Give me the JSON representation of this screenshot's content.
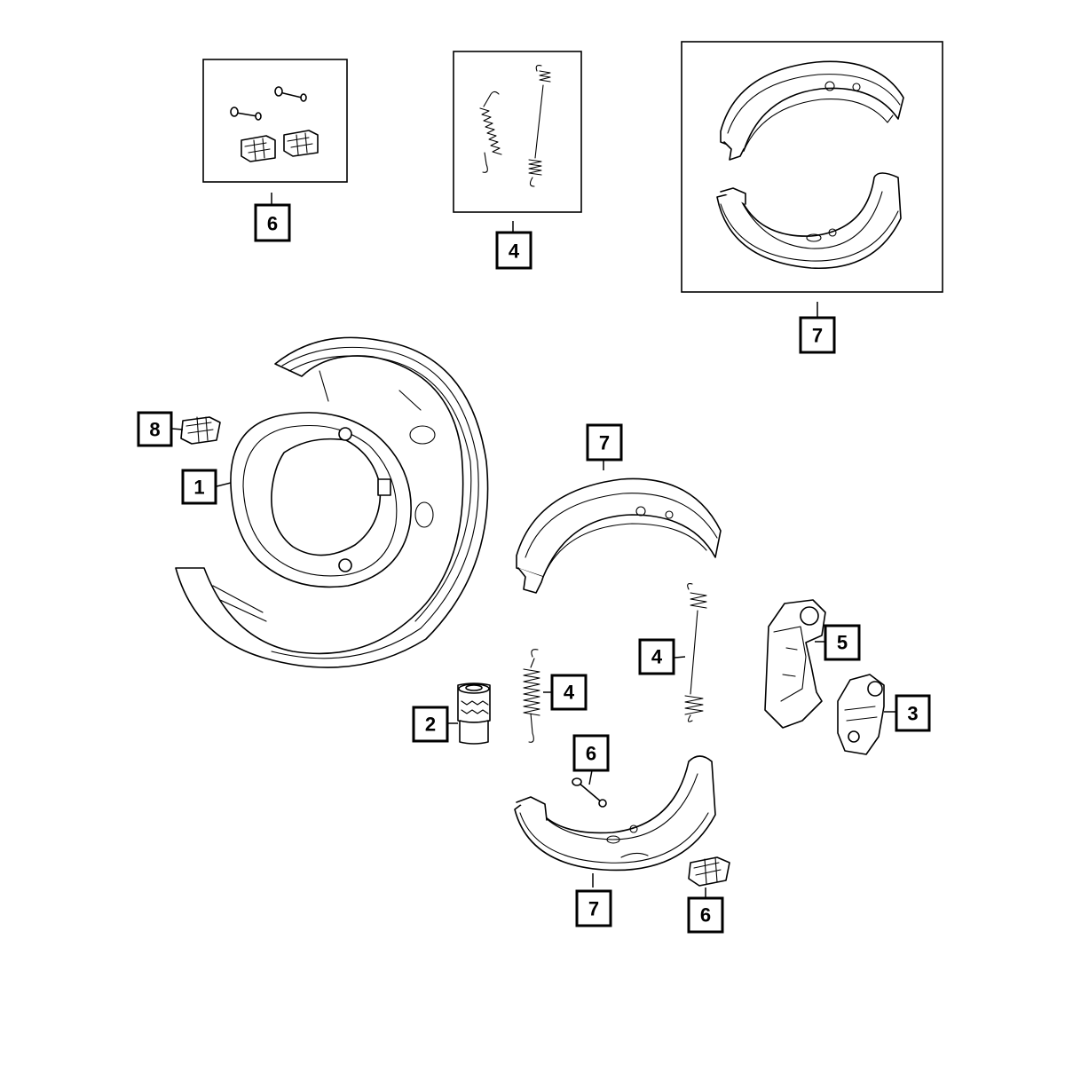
{
  "diagram": {
    "callouts": [
      {
        "id": "kit-clips",
        "label": "6"
      },
      {
        "id": "kit-springs",
        "label": "4"
      },
      {
        "id": "kit-shoes",
        "label": "7"
      },
      {
        "id": "clip-upper",
        "label": "8"
      },
      {
        "id": "backing-plate",
        "label": "1"
      },
      {
        "id": "shoe-upper",
        "label": "7"
      },
      {
        "id": "spring-long",
        "label": "4"
      },
      {
        "id": "lever",
        "label": "5"
      },
      {
        "id": "actuator",
        "label": "3"
      },
      {
        "id": "spring-short",
        "label": "4"
      },
      {
        "id": "adjuster",
        "label": "2"
      },
      {
        "id": "pin",
        "label": "6"
      },
      {
        "id": "shoe-lower",
        "label": "7"
      },
      {
        "id": "clip-lower",
        "label": "6"
      }
    ]
  }
}
